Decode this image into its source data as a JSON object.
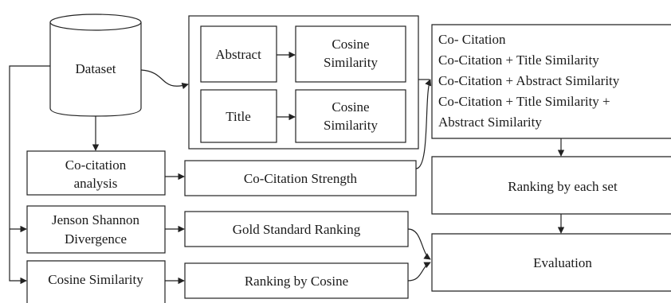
{
  "dataset": {
    "label": "Dataset"
  },
  "similarity_group": {
    "abstract": "Abstract",
    "abstract_cosine": [
      "Cosine",
      "Similarity"
    ],
    "title": "Title",
    "title_cosine": [
      "Cosine",
      "Similarity"
    ]
  },
  "sets_box": {
    "lines": [
      "Co- Citation",
      "Co-Citation + Title Similarity",
      "Co-Citation + Abstract Similarity",
      "Co-Citation + Title Similarity +",
      "Abstract Similarity"
    ]
  },
  "cocitation_analysis": [
    "Co-citation",
    "analysis"
  ],
  "cocitation_strength": "Co-Citation Strength",
  "jenson_shannon": [
    "Jenson Shannon",
    "Divergence"
  ],
  "gold_standard": "Gold Standard Ranking",
  "cosine_similarity": "Cosine Similarity",
  "ranking_by_cosine": "Ranking by Cosine",
  "ranking_by_set": "Ranking by each set",
  "evaluation": "Evaluation"
}
